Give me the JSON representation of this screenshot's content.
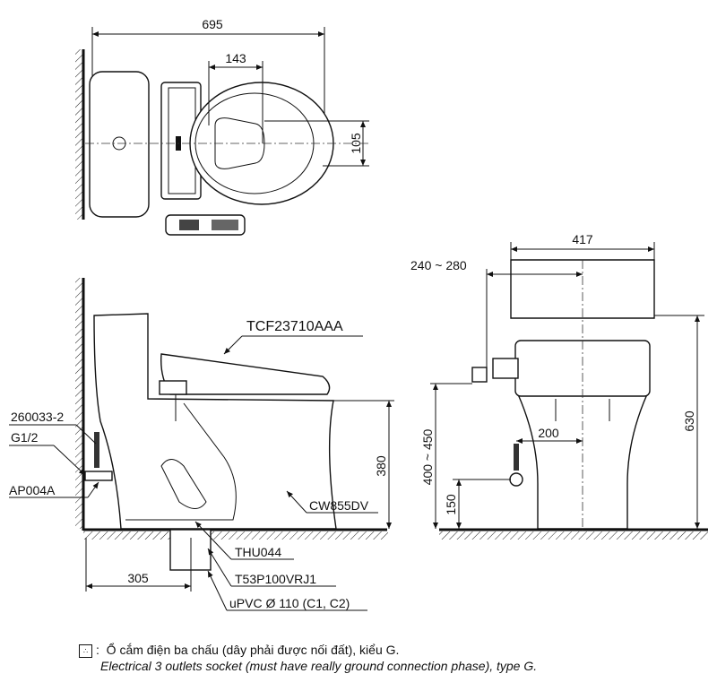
{
  "top_view": {
    "dim_length": "695",
    "dim_offset": "143",
    "dim_center": "105"
  },
  "side_view": {
    "seat_model": "TCF23710AAA",
    "hose_model": "260033-2",
    "thread": "G1/2",
    "valve_model": "AP004A",
    "bowl_model": "CW855DV",
    "gasket_model": "THU044",
    "drain_model": "T53P100VRJ1",
    "pipe": "uPVC Ø 110 (C1, C2)",
    "dim_height": "380",
    "dim_rough_in": "305"
  },
  "front_view": {
    "dim_width": "417",
    "dim_socket": "240 ~ 280",
    "dim_total_height": "630",
    "dim_socket_height": "400 ~ 450",
    "dim_valve_offset": "200",
    "dim_valve_height": "150"
  },
  "note": {
    "socket_icon": "electrical-socket-icon",
    "separator": ":",
    "vi": "Ổ cắm điện ba chấu (dây phải được nối đất), kiểu G.",
    "en": "Electrical 3 outlets socket (must have really ground connection phase), type G."
  }
}
